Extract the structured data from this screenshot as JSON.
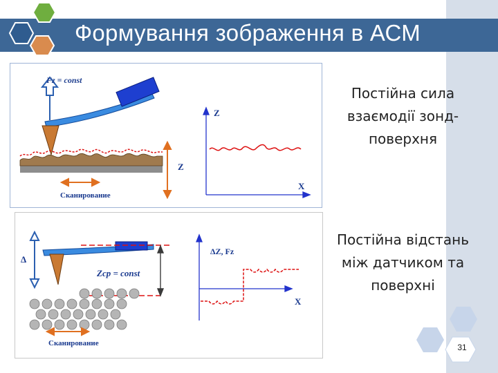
{
  "slide": {
    "title": "Формування зображення в АСМ",
    "page_number": "31",
    "descriptions": [
      "Постійна сила взаємодії зонд-поверхня",
      "Постійна відстань між датчиком  та поверхні"
    ]
  },
  "figure_top": {
    "force_label": "Fz = const",
    "z_side_label": "Z",
    "scan_label": "Сканирование",
    "graph_y_label": "Z",
    "graph_x_label": "X"
  },
  "figure_bottom": {
    "delta_label": "Δ",
    "distance_label": "Zcp = const",
    "scan_label": "Сканирование",
    "graph_y_label": "ΔZ, Fz",
    "graph_x_label": "X"
  },
  "colors": {
    "title_bar": "#3d6796",
    "right_band": "#d6dee9",
    "hex_blue": "#2f5c8f",
    "hex_green": "#6fae3f",
    "hex_orange": "#d98b4e",
    "cantilever": "#2b6ec8",
    "signal": "#dd1111"
  }
}
